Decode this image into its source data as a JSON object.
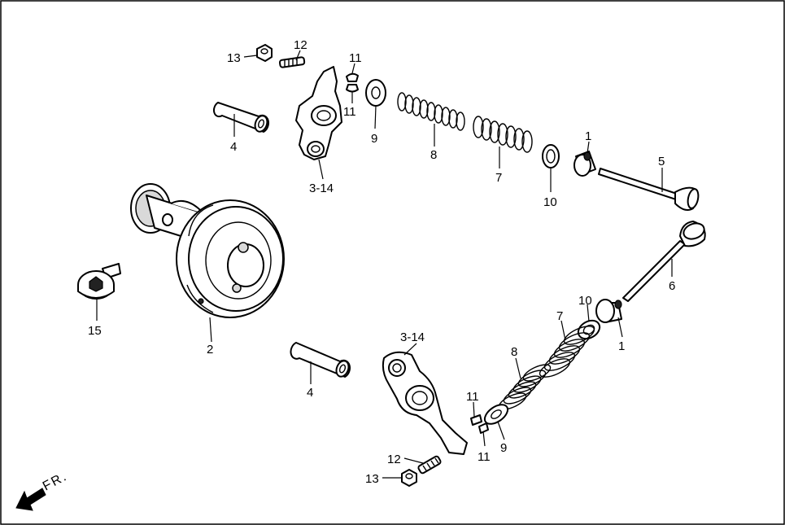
{
  "callouts": {
    "c13_top": "13",
    "c12_top": "12",
    "c11_top_a": "11",
    "c11_top_b": "11",
    "c9_top": "9",
    "c8_top": "8",
    "c7_top": "7",
    "c10_top": "10",
    "c1_top": "1",
    "c5": "5",
    "c4_top": "4",
    "c3_14_top": "3-14",
    "c15": "15",
    "c2": "2",
    "c6": "6",
    "c1_bottom": "1",
    "c10_bottom": "10",
    "c7_bottom": "7",
    "c8_bottom": "8",
    "c3_14_bottom": "3-14",
    "c4_bottom": "4",
    "c11_bottom_a": "11",
    "c11_bottom_b": "11",
    "c9_bottom": "9",
    "c12_bottom": "12",
    "c13_bottom": "13"
  },
  "direction_label": "FR.",
  "icons": {
    "direction_arrow": "front-direction-arrow-icon"
  }
}
